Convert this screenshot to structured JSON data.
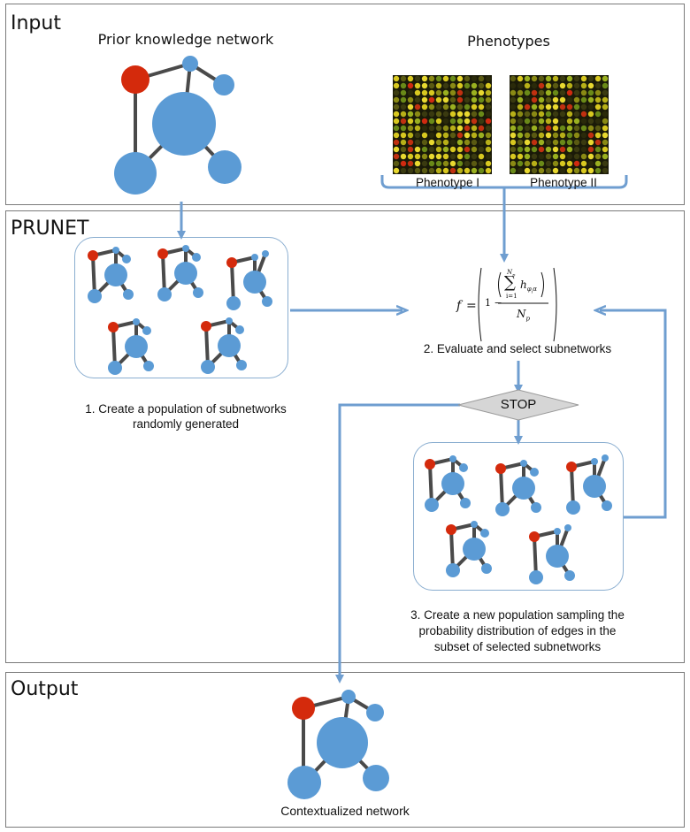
{
  "sections": {
    "input": "Input",
    "prunet": "PRUNET",
    "output": "Output"
  },
  "input": {
    "network_label": "Prior knowledge network",
    "phenotypes_label": "Phenotypes",
    "phenotype1": "Phenotype I",
    "phenotype2": "Phenotype II"
  },
  "prunet": {
    "step1": [
      "1. Create a population of subnetworks",
      "randomly generated"
    ],
    "step2": "2. Evaluate and select subnetworks",
    "stop": "STOP",
    "step3": [
      "3. Create a new population sampling the",
      "probability distribution of edges in the",
      "subset of selected subnetworks"
    ],
    "formula": {
      "f": "f",
      "eq": "=",
      "one_minus": "1 −",
      "sum_upper": "N",
      "sum_upper_sub": "p",
      "sum_lower": "i=1",
      "h": "h",
      "h_sub": "φ",
      "h_sub2": "i",
      "alpha": "α",
      "denominator": "N",
      "denominator_sub": "p"
    }
  },
  "output": {
    "network_label": "Contextualized network"
  },
  "colors": {
    "hub_node": "#d42a0c",
    "node": "#5b9bd5",
    "edge": "#4a4a4a",
    "flow_arrow": "#6f9ed0",
    "stop_diamond": "#d6d6d6"
  }
}
